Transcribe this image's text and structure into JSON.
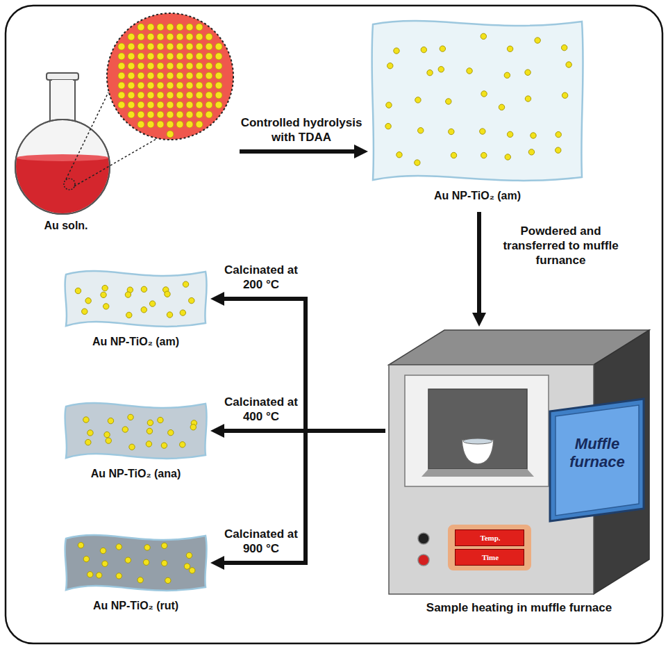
{
  "diagram": {
    "nodes": [
      {
        "text": [
          "Au soln."
        ]
      },
      {
        "text": [
          "Au NP-TiO₂ (am)"
        ]
      },
      {
        "text": [
          "Sample heating in muffle furnace"
        ]
      },
      {
        "text": [
          "Muffle furnace"
        ],
        "in": 2
      },
      {
        "text": [
          "Temp."
        ],
        "in": 2
      },
      {
        "text": [
          "Time"
        ],
        "in": 2
      },
      {
        "text": [
          "Au NP-TiO₂ (am)"
        ]
      },
      {
        "text": [
          "Au NP-TiO₂ (ana)"
        ]
      },
      {
        "text": [
          "Au NP-TiO₂ (rut)"
        ]
      }
    ],
    "edges": [
      {
        "from": 0,
        "to": 1,
        "arrow": "to",
        "label": "Controlled hydrolysis with TDAA"
      },
      {
        "from": 1,
        "to": 2,
        "arrow": "to",
        "label": "Powdered and transferred to muffle furnance"
      },
      {
        "from": 2,
        "to": 6,
        "arrow": "to",
        "label": "Calcinated at 200 °C"
      },
      {
        "from": 2,
        "to": 7,
        "arrow": "to",
        "label": "Calcinated at 400 °C"
      },
      {
        "from": 2,
        "to": 8,
        "arrow": "to",
        "label": "Calcinated at 900 °C"
      }
    ]
  }
}
